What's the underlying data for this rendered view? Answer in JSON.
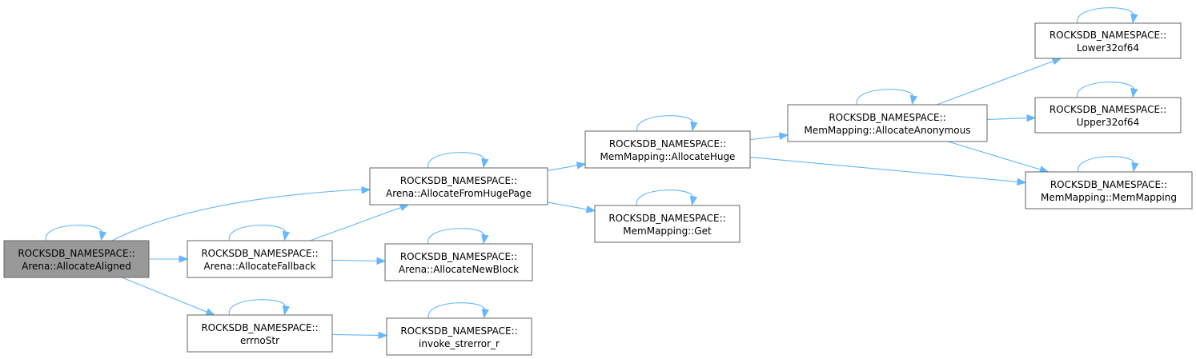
{
  "nodes": [
    {
      "id": "allocate_aligned",
      "line1": "ROCKSDB_NAMESPACE::",
      "line2": "Arena::AllocateAligned",
      "root": true
    },
    {
      "id": "allocate_from_huge_page",
      "line1": "ROCKSDB_NAMESPACE::",
      "line2": "Arena::AllocateFromHugePage"
    },
    {
      "id": "allocate_fallback",
      "line1": "ROCKSDB_NAMESPACE::",
      "line2": "Arena::AllocateFallback"
    },
    {
      "id": "errno_str",
      "line1": "ROCKSDB_NAMESPACE::",
      "line2": "errnoStr"
    },
    {
      "id": "allocate_new_block",
      "line1": "ROCKSDB_NAMESPACE::",
      "line2": "Arena::AllocateNewBlock"
    },
    {
      "id": "invoke_strerror_r",
      "line1": "ROCKSDB_NAMESPACE::",
      "line2": "invoke_strerror_r"
    },
    {
      "id": "allocate_huge",
      "line1": "ROCKSDB_NAMESPACE::",
      "line2": "MemMapping::AllocateHuge"
    },
    {
      "id": "mem_mapping_get",
      "line1": "ROCKSDB_NAMESPACE::",
      "line2": "MemMapping::Get"
    },
    {
      "id": "allocate_anonymous",
      "line1": "ROCKSDB_NAMESPACE::",
      "line2": "MemMapping::AllocateAnonymous"
    },
    {
      "id": "lower32of64",
      "line1": "ROCKSDB_NAMESPACE::",
      "line2": "Lower32of64"
    },
    {
      "id": "upper32of64",
      "line1": "ROCKSDB_NAMESPACE::",
      "line2": "Upper32of64"
    },
    {
      "id": "mem_mapping_ctor",
      "line1": "ROCKSDB_NAMESPACE::",
      "line2": "MemMapping::MemMapping"
    }
  ],
  "edges": [
    {
      "from": "allocate_aligned",
      "to": "allocate_aligned"
    },
    {
      "from": "allocate_aligned",
      "to": "allocate_from_huge_page"
    },
    {
      "from": "allocate_aligned",
      "to": "allocate_fallback"
    },
    {
      "from": "allocate_aligned",
      "to": "errno_str"
    },
    {
      "from": "allocate_from_huge_page",
      "to": "allocate_from_huge_page"
    },
    {
      "from": "allocate_from_huge_page",
      "to": "allocate_huge"
    },
    {
      "from": "allocate_from_huge_page",
      "to": "mem_mapping_get"
    },
    {
      "from": "allocate_fallback",
      "to": "allocate_fallback"
    },
    {
      "from": "allocate_fallback",
      "to": "allocate_from_huge_page"
    },
    {
      "from": "allocate_fallback",
      "to": "allocate_new_block"
    },
    {
      "from": "errno_str",
      "to": "errno_str"
    },
    {
      "from": "errno_str",
      "to": "invoke_strerror_r"
    },
    {
      "from": "allocate_new_block",
      "to": "allocate_new_block"
    },
    {
      "from": "invoke_strerror_r",
      "to": "invoke_strerror_r"
    },
    {
      "from": "allocate_huge",
      "to": "allocate_huge"
    },
    {
      "from": "allocate_huge",
      "to": "allocate_anonymous"
    },
    {
      "from": "allocate_huge",
      "to": "mem_mapping_ctor"
    },
    {
      "from": "mem_mapping_get",
      "to": "mem_mapping_get"
    },
    {
      "from": "allocate_anonymous",
      "to": "allocate_anonymous"
    },
    {
      "from": "allocate_anonymous",
      "to": "lower32of64"
    },
    {
      "from": "allocate_anonymous",
      "to": "upper32of64"
    },
    {
      "from": "allocate_anonymous",
      "to": "mem_mapping_ctor"
    },
    {
      "from": "lower32of64",
      "to": "lower32of64"
    },
    {
      "from": "upper32of64",
      "to": "upper32of64"
    },
    {
      "from": "mem_mapping_ctor",
      "to": "mem_mapping_ctor"
    }
  ],
  "colors": {
    "edge": "#63b8ff",
    "node_border": "#666666",
    "root_fill": "#999999",
    "node_fill": "#ffffff"
  }
}
